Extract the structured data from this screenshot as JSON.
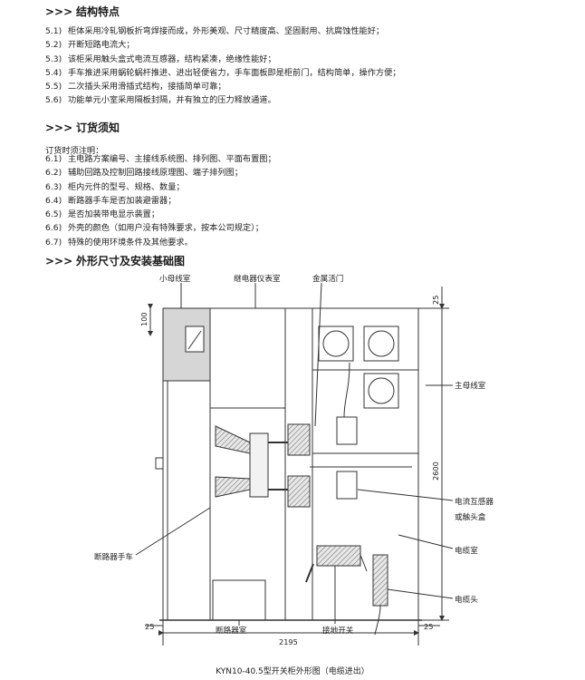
{
  "structure": {
    "title": "结构特点",
    "items": [
      {
        "num": "5.1)",
        "text": "柜体采用冷轧钢板折弯焊接而成，外形美观、尺寸精度高、坚固耐用、抗腐蚀性能好；"
      },
      {
        "num": "5.2)",
        "text": "开断短路电流大；"
      },
      {
        "num": "5.3)",
        "text": "该柜采用触头盒式电流互感器，结构紧凑，绝缘性能好；"
      },
      {
        "num": "5.4)",
        "text": "手车推进采用蜗轮蜗杆推进、进出轻便省力，手车面板即是柜前门，结构简单，操作方便；"
      },
      {
        "num": "5.5)",
        "text": "二次插头采用滑插式结构，接插简单可靠；"
      },
      {
        "num": "5.6)",
        "text": "功能单元小室采用隔板封隔，并有独立的压力释放通道。"
      }
    ]
  },
  "ordering": {
    "title": "订货须知",
    "intro": "订货时须注明：",
    "items": [
      {
        "num": "6.1)",
        "text": "主电路方案编号、主接线系统图、排列图、平面布置图；"
      },
      {
        "num": "6.2)",
        "text": "辅助回路及控制回路接线原理图、端子排列图；"
      },
      {
        "num": "6.3)",
        "text": "柜内元件的型号、规格、数量；"
      },
      {
        "num": "6.4)",
        "text": "断路器手车是否加装避雷器；"
      },
      {
        "num": "6.5)",
        "text": "是否加装带电显示装置；"
      },
      {
        "num": "6.6)",
        "text": "外壳的颜色（如用户没有特殊要求，按本公司规定）；"
      },
      {
        "num": "6.7)",
        "text": "特殊的使用环境条件及其他要求。"
      }
    ]
  },
  "dimensions_section": {
    "title": "外形尺寸及安装基础图"
  },
  "drawing": {
    "labels": {
      "small_bus": "小母线室",
      "relay": "继电器仪表室",
      "shutter": "金属活门",
      "main_bus": "主母线室",
      "ct_line1": "电流互感器",
      "ct_line2": "或触头盒",
      "cable_room": "电缆室",
      "cable_head": "电缆头",
      "breaker_truck": "断路器手车",
      "breaker_room": "断路器室",
      "earthing_switch": "接地开关"
    },
    "dims": {
      "d100": "100",
      "d25_top": "25",
      "d2600": "2600",
      "d25_bl": "25",
      "d25_br": "25",
      "d2195": "2195"
    }
  },
  "caption": "KYN10-40.5型开关柜外形图（电缆进出）",
  "section_mark": ">>>",
  "colors": {
    "line": "#333333",
    "fill_gray": "#d6d6d6",
    "text": "#222222"
  }
}
